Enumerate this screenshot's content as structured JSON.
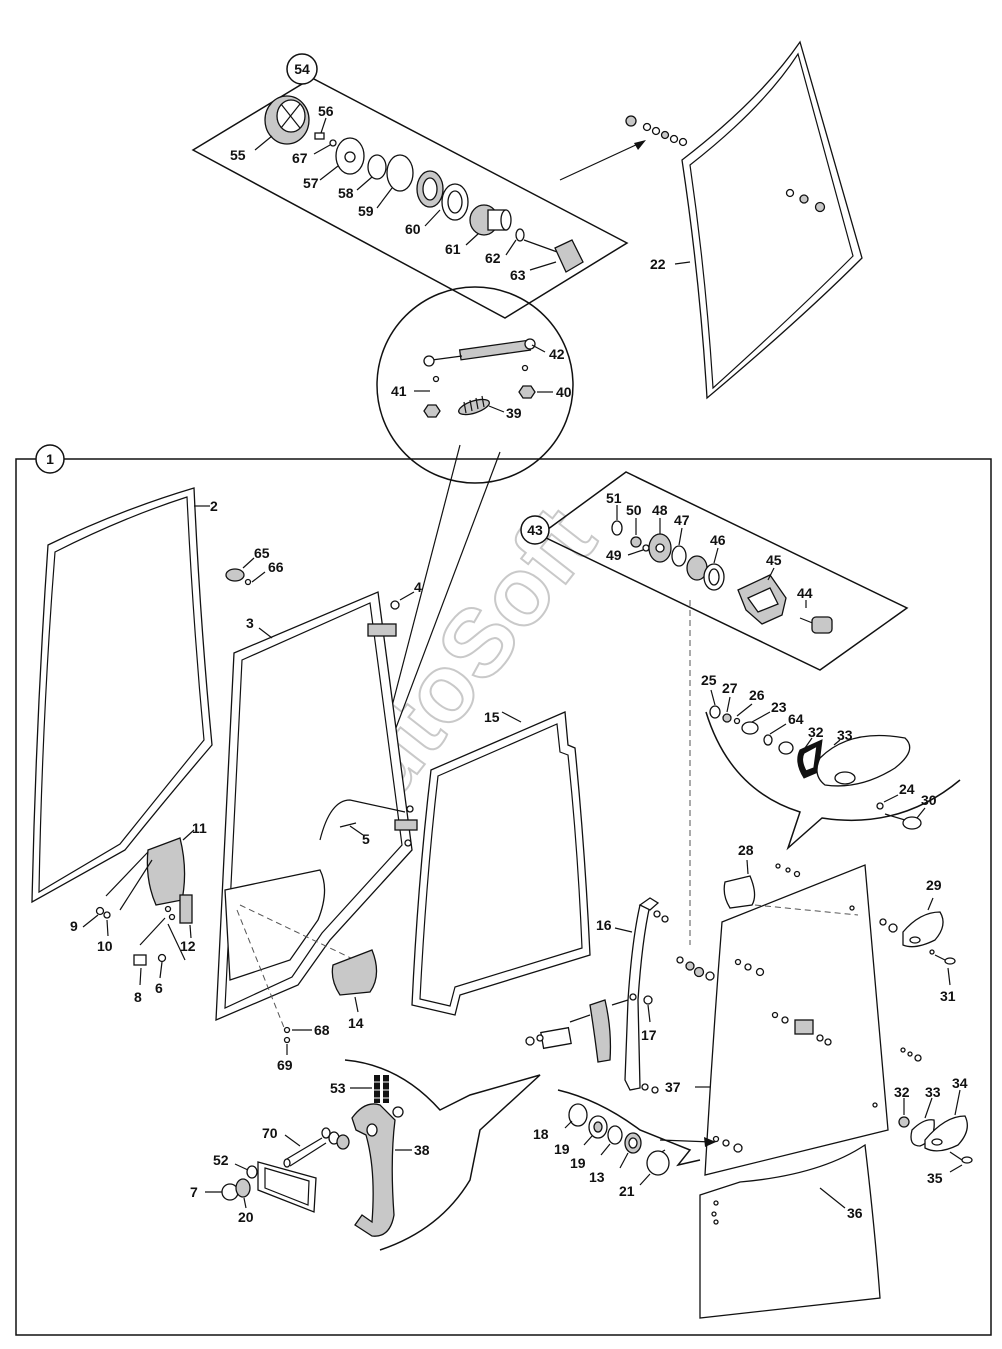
{
  "watermark": "AutoSoft",
  "groups": [
    {
      "id": "54"
    },
    {
      "id": "43"
    },
    {
      "id": "1"
    }
  ],
  "callouts": [
    "2",
    "3",
    "4",
    "5",
    "6",
    "7",
    "8",
    "9",
    "10",
    "11",
    "12",
    "13",
    "14",
    "15",
    "16",
    "17",
    "18",
    "19",
    "19",
    "20",
    "21",
    "22",
    "23",
    "24",
    "25",
    "26",
    "27",
    "28",
    "29",
    "30",
    "31",
    "32",
    "32",
    "33",
    "33",
    "34",
    "35",
    "36",
    "37",
    "38",
    "39",
    "40",
    "41",
    "42",
    "44",
    "45",
    "46",
    "47",
    "48",
    "49",
    "50",
    "51",
    "52",
    "53",
    "55",
    "56",
    "57",
    "58",
    "59",
    "60",
    "61",
    "62",
    "63",
    "64",
    "65",
    "66",
    "67",
    "68",
    "69",
    "70"
  ]
}
